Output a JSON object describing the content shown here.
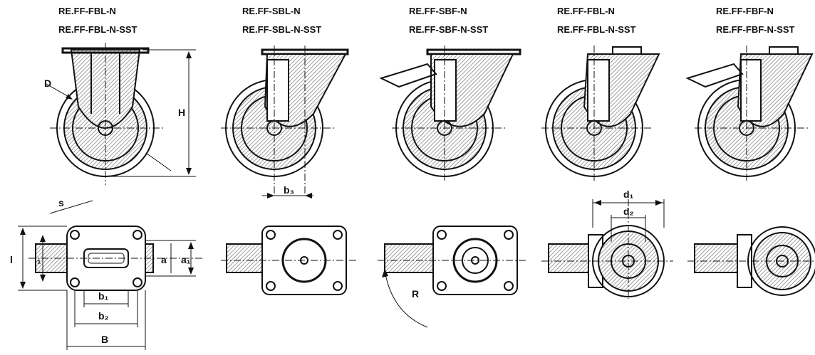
{
  "title": "",
  "variants": [
    {
      "name": "RE.FF-FBL-N",
      "name_sst": "RE.FF-FBL-N-SST"
    },
    {
      "name": "RE.FF-SBL-N",
      "name_sst": "RE.FF-SBL-N-SST"
    },
    {
      "name": "RE.FF-SBF-N",
      "name_sst": "RE.FF-SBF-N-SST"
    },
    {
      "name": "RE.FF-FBL-N",
      "name_sst": "RE.FF-FBL-N-SST"
    },
    {
      "name": "RE.FF-FBF-N",
      "name_sst": "RE.FF-FBF-N-SST"
    }
  ],
  "dimensions": {
    "D": "D",
    "H": "H",
    "b3": "b₃",
    "d1": "d₁",
    "d2": "d₂",
    "s": "s",
    "l": "l",
    "l1": "l₁",
    "a": "a",
    "a1": "a₁",
    "b1": "b₁",
    "b2": "b₂",
    "B": "B",
    "R": "R"
  }
}
